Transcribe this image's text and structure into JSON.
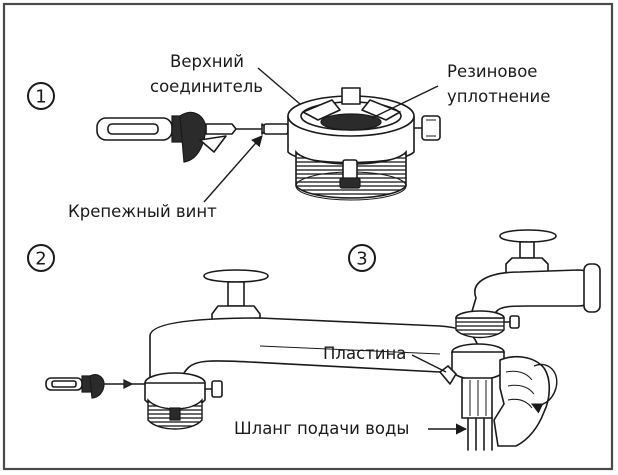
{
  "steps": [
    "1",
    "2",
    "3"
  ],
  "labels": {
    "upper_connector_line1": "Верхний",
    "upper_connector_line2": "соединитель",
    "rubber_seal_line1": "Резиновое",
    "rubber_seal_line2": "уплотнение",
    "fixing_screw": "Крепежный винт",
    "plate": "Пластина",
    "water_supply_hose": "Шланг подачи воды"
  }
}
